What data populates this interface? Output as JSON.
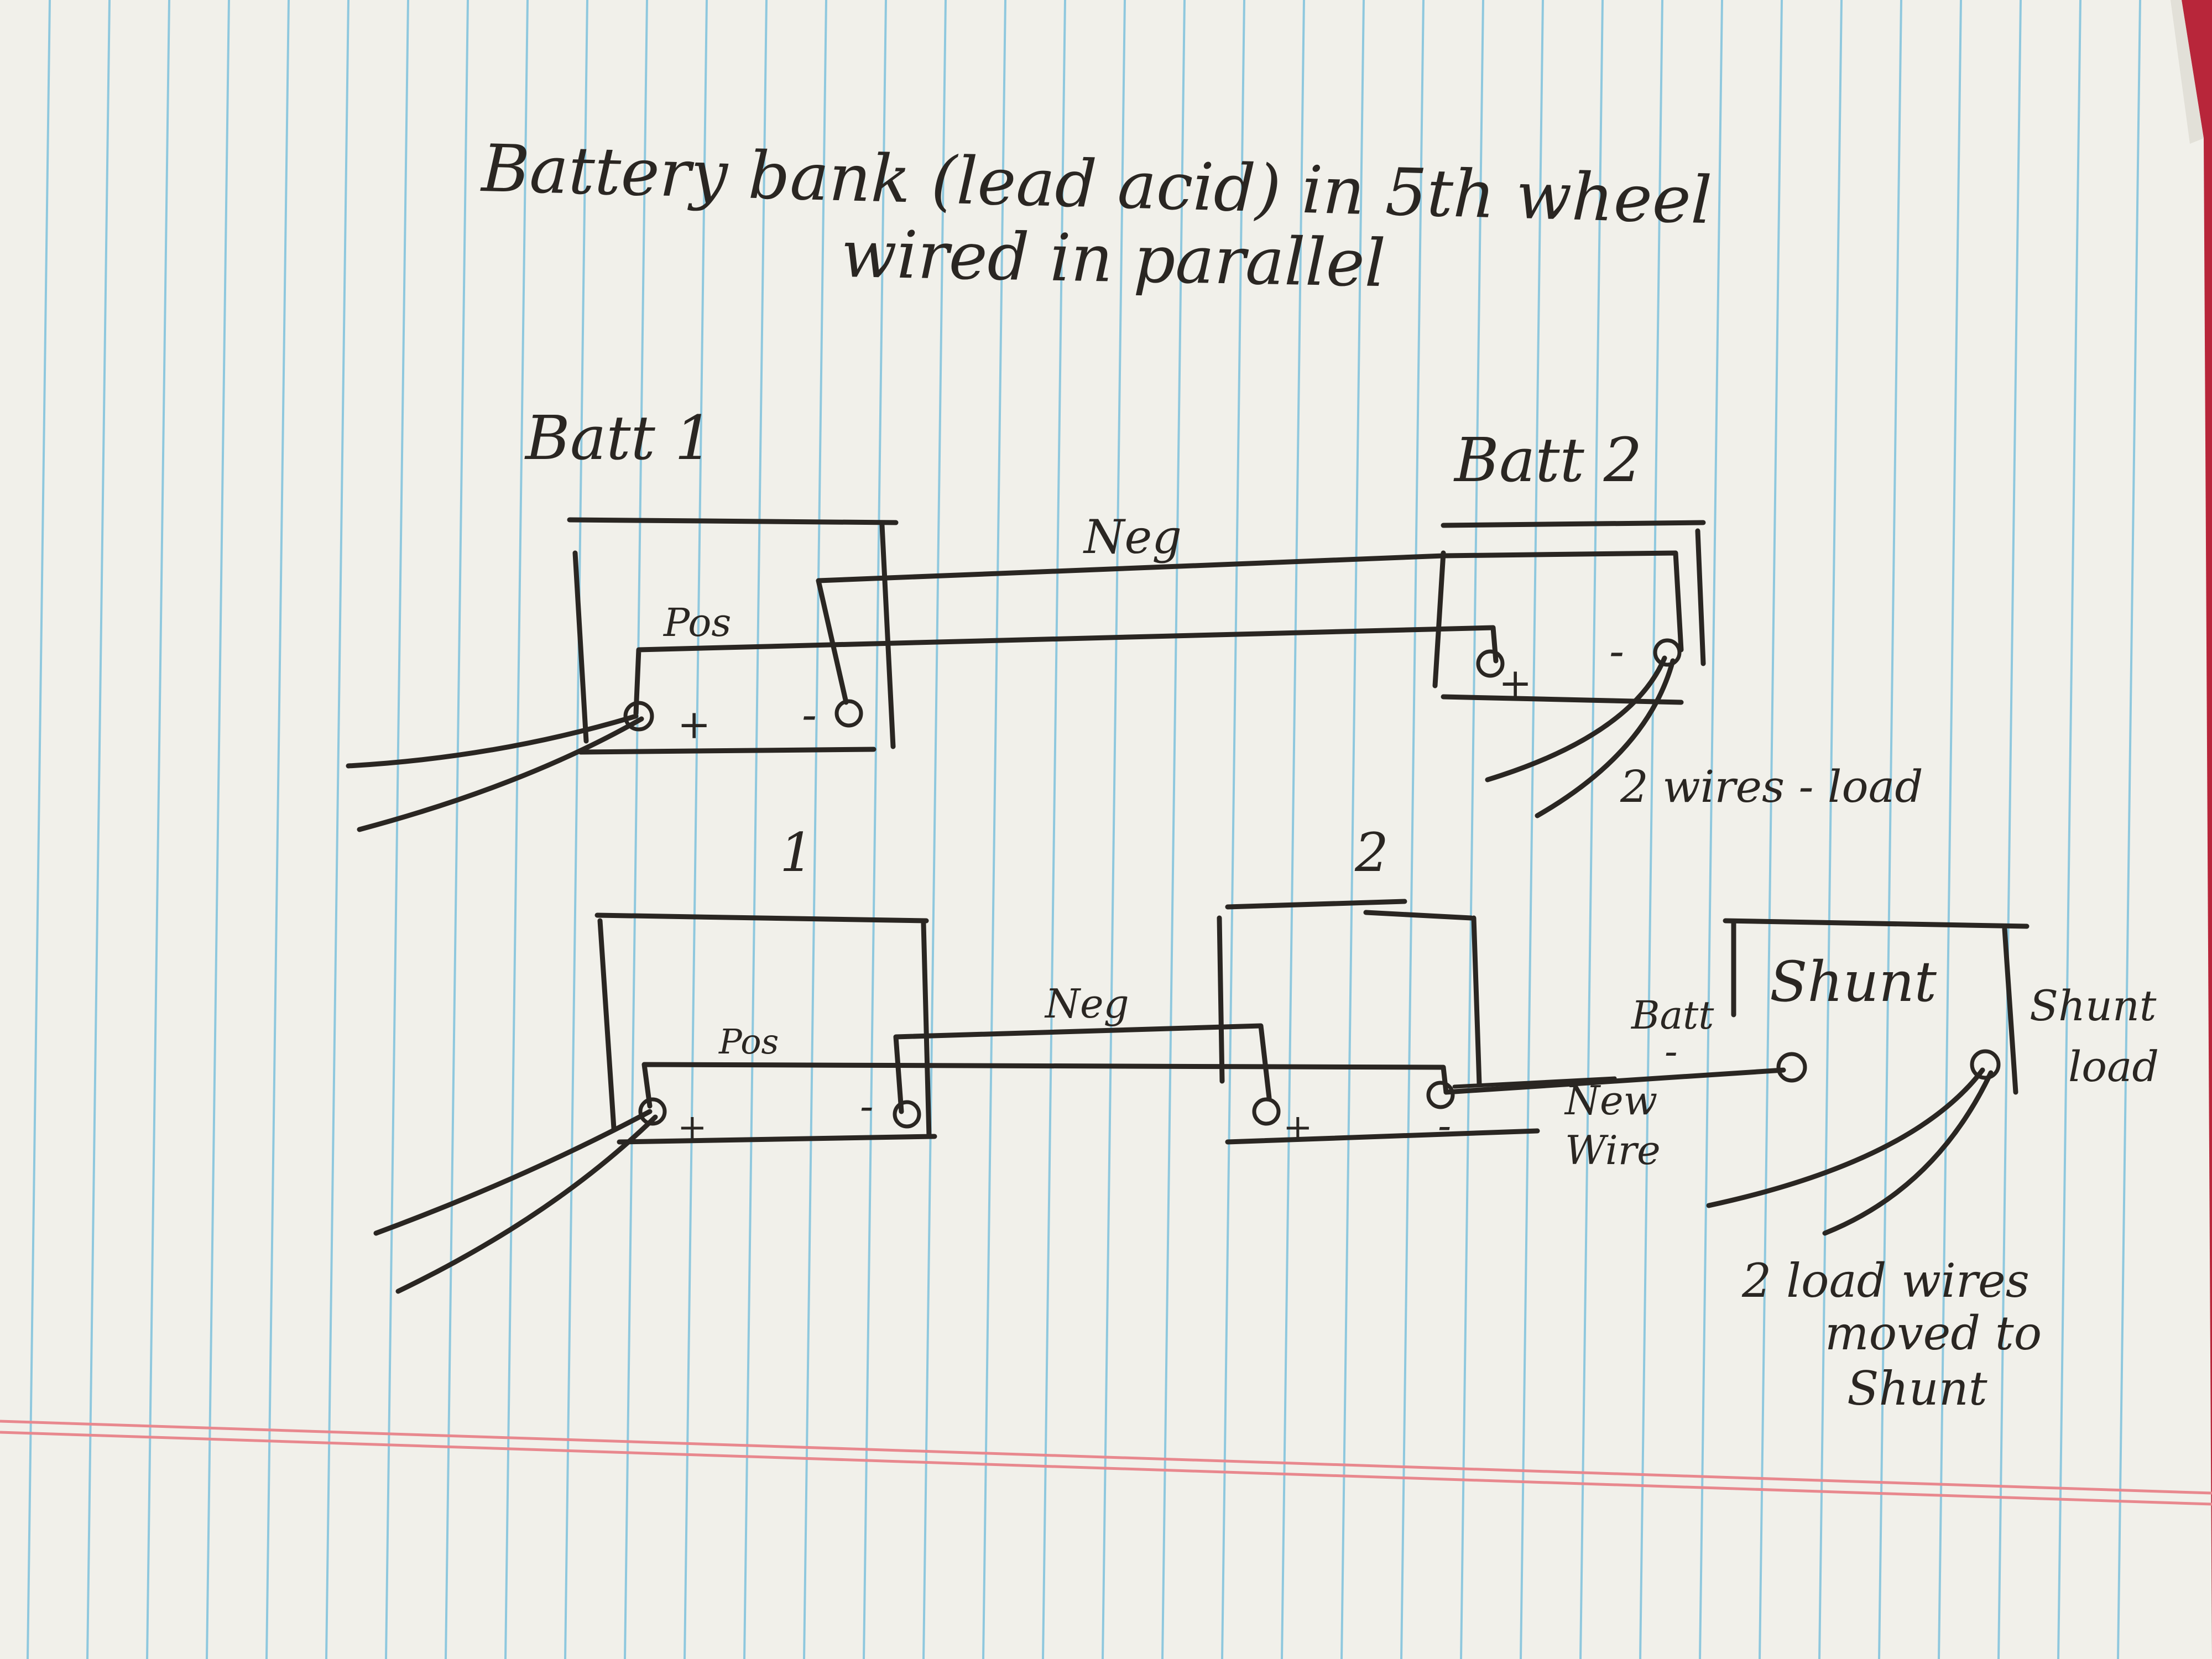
{
  "title": {
    "line1": "Battery bank (lead acid) in 5th wheel",
    "line2": "wired in parallel"
  },
  "top_diagram": {
    "batt1_label": "Batt 1",
    "batt2_label": "Batt 2",
    "neg_label": "Neg",
    "pos_label": "Pos",
    "batt1_pos_terminal": "+",
    "batt1_neg_terminal": "-",
    "batt2_pos_terminal": "+",
    "batt2_neg_terminal": "-",
    "load_note": "2 wires - load"
  },
  "bottom_diagram": {
    "batt1_label": "1",
    "batt2_label": "2",
    "neg_label": "Neg",
    "pos_label": "Pos",
    "batt1_pos_terminal": "+",
    "batt1_neg_terminal": "-",
    "batt2_pos_terminal": "+",
    "batt2_neg_terminal": "-",
    "shunt_label": "Shunt",
    "shunt_batt_label": "Batt",
    "shunt_batt_sign": "-",
    "shunt_load_label_1": "Shunt",
    "shunt_load_label_2": "load",
    "new_wire_1": "New",
    "new_wire_2": "Wire",
    "load_note_1": "2 load wires",
    "load_note_2": "moved to",
    "load_note_3": "Shunt"
  },
  "colors": {
    "paper": "#f1f0ea",
    "ruled_line": "#8fc8de",
    "margin_line": "#e8888e",
    "ink": "#2a2622",
    "background_cloth": "#b8263a"
  }
}
